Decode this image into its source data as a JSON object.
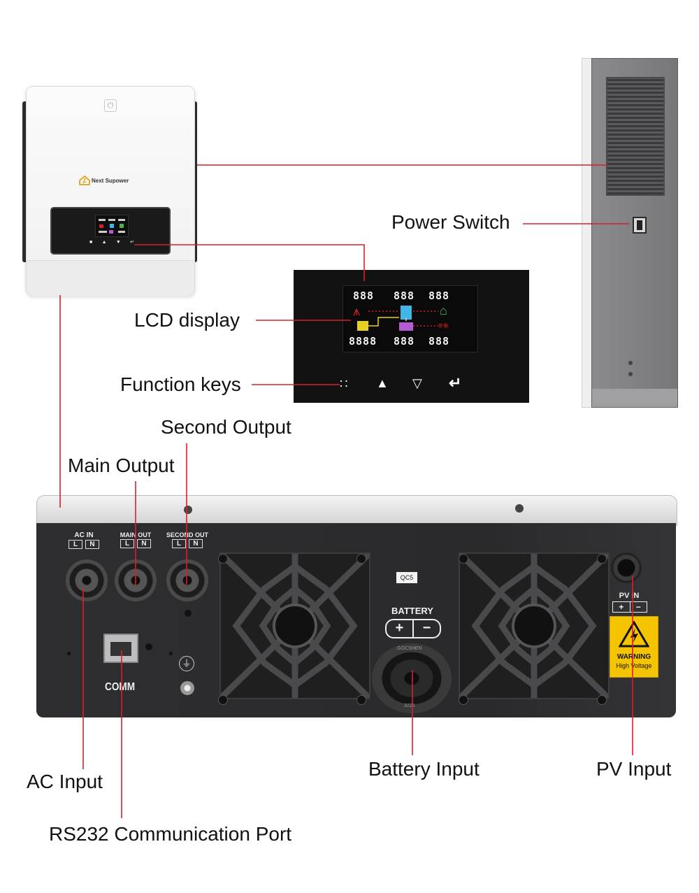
{
  "callouts": {
    "power_switch": "Power Switch",
    "lcd_display": "LCD display",
    "function_keys": "Function keys",
    "second_output": "Second Output",
    "main_output": "Main Output",
    "ac_input": "AC Input",
    "rs232": "RS232 Communication Port",
    "battery_input": "Battery Input",
    "pv_input": "PV Input"
  },
  "front_unit": {
    "brand": "Next Supower"
  },
  "lcd": {
    "top_left": "888",
    "top_mid": "888",
    "top_right": "888",
    "bottom_left": "8888",
    "bottom_mid": "888",
    "bottom_right": "888"
  },
  "rear_panel": {
    "ac_in": "AC IN",
    "main_out": "MAIN OUT",
    "second_out": "SECOND OUT",
    "l": "L",
    "n": "N",
    "qc": "QC5",
    "battery": "BATTERY",
    "plus": "+",
    "minus": "−",
    "comm": "COMM",
    "pv_in": "PV IN",
    "warning": "WARNING",
    "high_voltage": "High Voltage",
    "gland_top": "GOCSHEN",
    "gland_bottom": "3225"
  },
  "colors": {
    "leader_line": "#d8202a",
    "panel_dark": "#2b2b2d",
    "warning_yellow": "#f5c400"
  }
}
